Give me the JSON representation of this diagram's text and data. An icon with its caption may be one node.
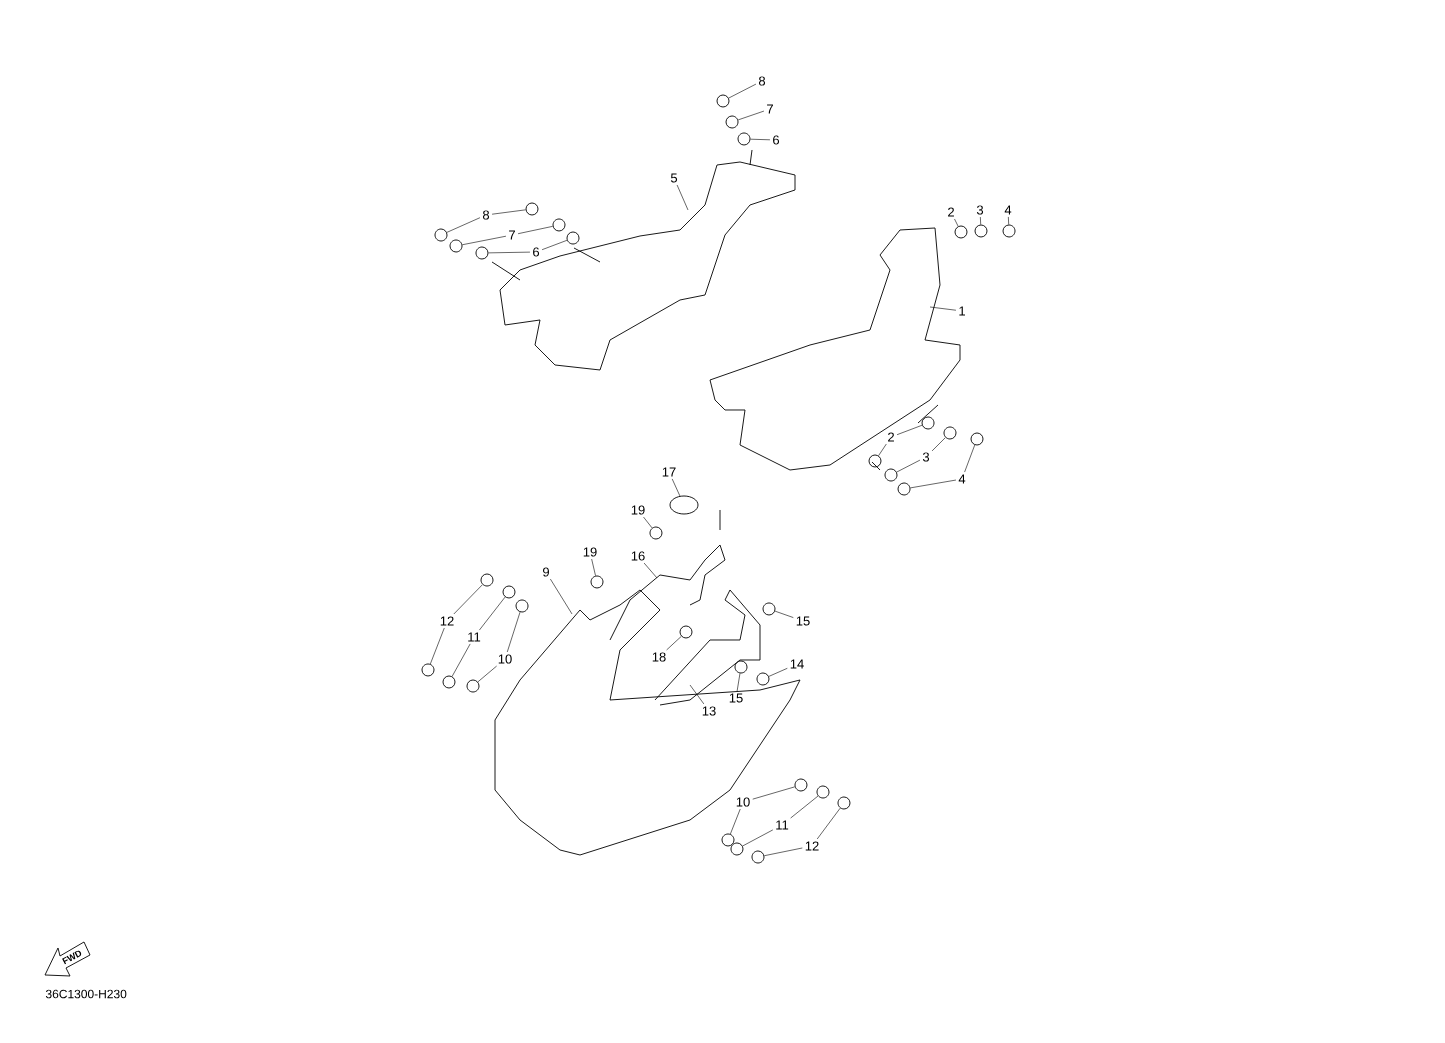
{
  "diagram": {
    "nodes": [
      {
        "text": [
          "8"
        ]
      },
      {
        "text": [
          "7"
        ]
      },
      {
        "text": [
          "6"
        ]
      },
      {
        "text": [
          "5"
        ]
      },
      {
        "text": [
          "8"
        ]
      },
      {
        "text": [
          "7"
        ]
      },
      {
        "text": [
          "6"
        ]
      },
      {
        "text": [
          "2"
        ]
      },
      {
        "text": [
          "3"
        ]
      },
      {
        "text": [
          "4"
        ]
      },
      {
        "text": [
          "1"
        ]
      },
      {
        "text": [
          "2"
        ]
      },
      {
        "text": [
          "3"
        ]
      },
      {
        "text": [
          "4"
        ]
      },
      {
        "text": [
          "17"
        ]
      },
      {
        "text": [
          "19"
        ]
      },
      {
        "text": [
          "19"
        ]
      },
      {
        "text": [
          "16"
        ]
      },
      {
        "text": [
          "9"
        ]
      },
      {
        "text": [
          "12"
        ]
      },
      {
        "text": [
          "11"
        ]
      },
      {
        "text": [
          "10"
        ]
      },
      {
        "text": [
          "15"
        ]
      },
      {
        "text": [
          "18"
        ]
      },
      {
        "text": [
          "14"
        ]
      },
      {
        "text": [
          "15"
        ]
      },
      {
        "text": [
          "13"
        ]
      },
      {
        "text": [
          "10"
        ]
      },
      {
        "text": [
          "11"
        ]
      },
      {
        "text": [
          "12"
        ]
      },
      {
        "text": [],
        "shape": "circle"
      },
      {
        "text": [],
        "shape": "circle"
      },
      {
        "text": [],
        "shape": "circle"
      },
      {
        "text": [],
        "shape": "circle"
      },
      {
        "text": [],
        "shape": "circle"
      },
      {
        "text": [],
        "shape": "circle"
      },
      {
        "text": [],
        "shape": "circle"
      },
      {
        "text": [],
        "shape": "circle"
      },
      {
        "text": [],
        "shape": "circle"
      },
      {
        "text": [],
        "shape": "circle"
      },
      {
        "text": [],
        "shape": "circle"
      },
      {
        "text": [],
        "shape": "circle"
      },
      {
        "text": [],
        "shape": "circle"
      },
      {
        "text": [],
        "shape": "circle"
      },
      {
        "text": [],
        "shape": "circle"
      },
      {
        "text": [],
        "shape": "circle"
      },
      {
        "text": [],
        "shape": "circle"
      },
      {
        "text": [],
        "shape": "circle"
      },
      {
        "text": [],
        "shape": "circle"
      },
      {
        "text": [],
        "shape": "circle"
      },
      {
        "text": [],
        "shape": "circle"
      },
      {
        "text": [],
        "shape": "circle"
      },
      {
        "text": [],
        "shape": "circle"
      },
      {
        "text": [],
        "shape": "circle"
      },
      {
        "text": [],
        "shape": "circle"
      },
      {
        "text": [],
        "shape": "circle"
      },
      {
        "text": [],
        "shape": "circle"
      },
      {
        "text": [],
        "shape": "circle"
      },
      {
        "text": [],
        "shape": "circle"
      },
      {
        "text": [],
        "shape": "circle"
      },
      {
        "text": [],
        "shape": "circle"
      },
      {
        "text": [],
        "shape": "circle"
      },
      {
        "text": [],
        "shape": "circle"
      },
      {
        "text": [],
        "shape": "circle"
      },
      {
        "text": [],
        "shape": "circle"
      },
      {
        "text": [],
        "shape": "circle"
      },
      {
        "text": [],
        "shape": "circle"
      }
    ],
    "edges": [
      {
        "from": 0,
        "to": 30,
        "arrow": "none"
      },
      {
        "from": 1,
        "to": 31,
        "arrow": "none"
      },
      {
        "from": 2,
        "to": 32,
        "arrow": "none"
      },
      {
        "from": 3,
        "to": null,
        "arrow": "none"
      },
      {
        "from": 4,
        "to": 33,
        "arrow": "none"
      },
      {
        "from": 4,
        "to": 34,
        "arrow": "none"
      },
      {
        "from": 5,
        "to": 35,
        "arrow": "none"
      },
      {
        "from": 5,
        "to": 36,
        "arrow": "none"
      },
      {
        "from": 6,
        "to": 37,
        "arrow": "none"
      },
      {
        "from": 6,
        "to": 38,
        "arrow": "none"
      },
      {
        "from": 7,
        "to": 39,
        "arrow": "none"
      },
      {
        "from": 8,
        "to": 40,
        "arrow": "none"
      },
      {
        "from": 9,
        "to": 41,
        "arrow": "none"
      },
      {
        "from": 10,
        "to": null,
        "arrow": "none"
      },
      {
        "from": 11,
        "to": 42,
        "arrow": "none"
      },
      {
        "from": 11,
        "to": 43,
        "arrow": "none"
      },
      {
        "from": 12,
        "to": 44,
        "arrow": "none"
      },
      {
        "from": 12,
        "to": 45,
        "arrow": "none"
      },
      {
        "from": 13,
        "to": 46,
        "arrow": "none"
      },
      {
        "from": 13,
        "to": 47,
        "arrow": "none"
      },
      {
        "from": 14,
        "to": 48,
        "arrow": "none"
      },
      {
        "from": 15,
        "to": 49,
        "arrow": "none"
      },
      {
        "from": 16,
        "to": 50,
        "arrow": "none"
      },
      {
        "from": 17,
        "to": null,
        "arrow": "none"
      },
      {
        "from": 18,
        "to": null,
        "arrow": "none"
      },
      {
        "from": 19,
        "to": 51,
        "arrow": "none"
      },
      {
        "from": 19,
        "to": 52,
        "arrow": "none"
      },
      {
        "from": 20,
        "to": 53,
        "arrow": "none"
      },
      {
        "from": 20,
        "to": 54,
        "arrow": "none"
      },
      {
        "from": 21,
        "to": 55,
        "arrow": "none"
      },
      {
        "from": 21,
        "to": 56,
        "arrow": "none"
      },
      {
        "from": 22,
        "to": 57,
        "arrow": "none"
      },
      {
        "from": 23,
        "to": 58,
        "arrow": "none"
      },
      {
        "from": 24,
        "to": 59,
        "arrow": "none"
      },
      {
        "from": 25,
        "to": 60,
        "arrow": "none"
      },
      {
        "from": 26,
        "to": null,
        "arrow": "none"
      },
      {
        "from": 27,
        "to": 61,
        "arrow": "none"
      },
      {
        "from": 27,
        "to": 62,
        "arrow": "none"
      },
      {
        "from": 28,
        "to": 63,
        "arrow": "none"
      },
      {
        "from": 28,
        "to": 64,
        "arrow": "none"
      },
      {
        "from": 29,
        "to": 65,
        "arrow": "none"
      },
      {
        "from": 29,
        "to": 66,
        "arrow": "none"
      }
    ],
    "labels": [
      "FWD",
      "36C1300-H230"
    ]
  }
}
